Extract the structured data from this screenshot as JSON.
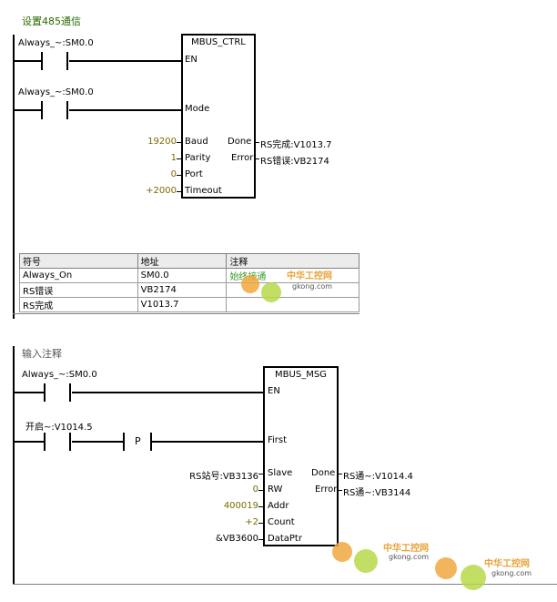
{
  "network1": {
    "title": "设置485通信",
    "contacts": [
      {
        "label": "Always_~:SM0.0"
      },
      {
        "label": "Always_~:SM0.0"
      }
    ],
    "block": {
      "name": "MBUS_CTRL",
      "en": "EN",
      "mode": "Mode",
      "inputs": [
        {
          "value": "19200",
          "pin": "Baud"
        },
        {
          "value": "1",
          "pin": "Parity"
        },
        {
          "value": "0",
          "pin": "Port"
        },
        {
          "value": "+2000",
          "pin": "Timeout"
        }
      ],
      "outputs": [
        {
          "pin": "Done",
          "value": "RS完成:V1013.7"
        },
        {
          "pin": "Error",
          "value": "RS错误:VB2174"
        }
      ]
    },
    "symbol_table": {
      "headers": [
        "符号",
        "地址",
        "注释"
      ],
      "rows": [
        [
          "Always_On",
          "SM0.0",
          "始终接通"
        ],
        [
          "RS错误",
          "VB2174",
          ""
        ],
        [
          "RS完成",
          "V1013.7",
          ""
        ]
      ]
    }
  },
  "network2": {
    "title": "输入注释",
    "contacts": [
      {
        "label": "Always_~:SM0.0"
      },
      {
        "label": "开启~:V1014.5"
      }
    ],
    "p_contact": "P",
    "block": {
      "name": "MBUS_MSG",
      "en": "EN",
      "first": "First",
      "inputs": [
        {
          "value": "RS站号:VB3136",
          "pin": "Slave"
        },
        {
          "value": "0",
          "pin": "RW"
        },
        {
          "value": "400019",
          "pin": "Addr"
        },
        {
          "value": "+2",
          "pin": "Count"
        },
        {
          "value": "&VB3600",
          "pin": "DataPtr"
        }
      ],
      "outputs": [
        {
          "pin": "Done",
          "value": "RS通~:V1014.4"
        },
        {
          "pin": "Error",
          "value": "RS通~:VB3144"
        }
      ]
    }
  },
  "watermark": {
    "name": "中华工控网",
    "url": "gkong.com"
  }
}
